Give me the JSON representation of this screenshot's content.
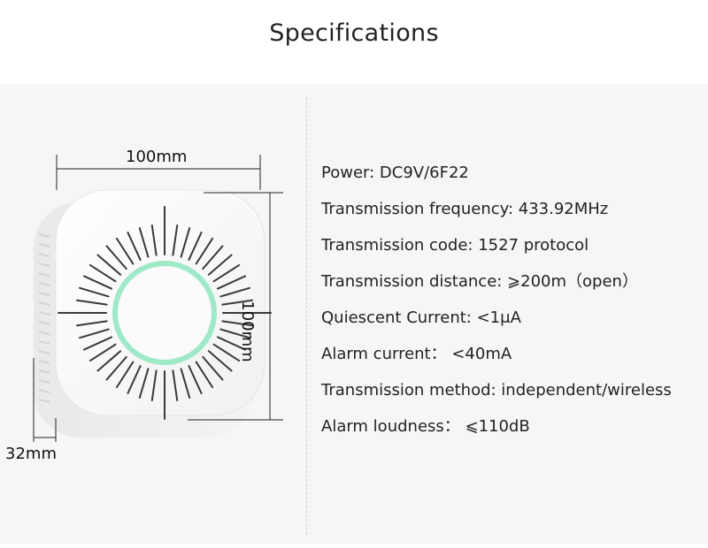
{
  "header": {
    "title": "Specifications"
  },
  "dimensions": {
    "width": "100mm",
    "height": "100mm",
    "depth": "32mm"
  },
  "specs": [
    "Power: DC9V/6F22",
    "Transmission frequency: 433.92MHz",
    "Transmission code: 1527 protocol",
    "Transmission distance: ⩾200m（open）",
    "Quiescent Current: <1μA",
    "Alarm current： <40mA",
    "Transmission method: independent/wireless",
    "Alarm loudness： ⩽110dB"
  ],
  "colors": {
    "background": "#f6f6f6",
    "device_body": "#fafafa",
    "indicator_ring": "#7fe0b4"
  }
}
